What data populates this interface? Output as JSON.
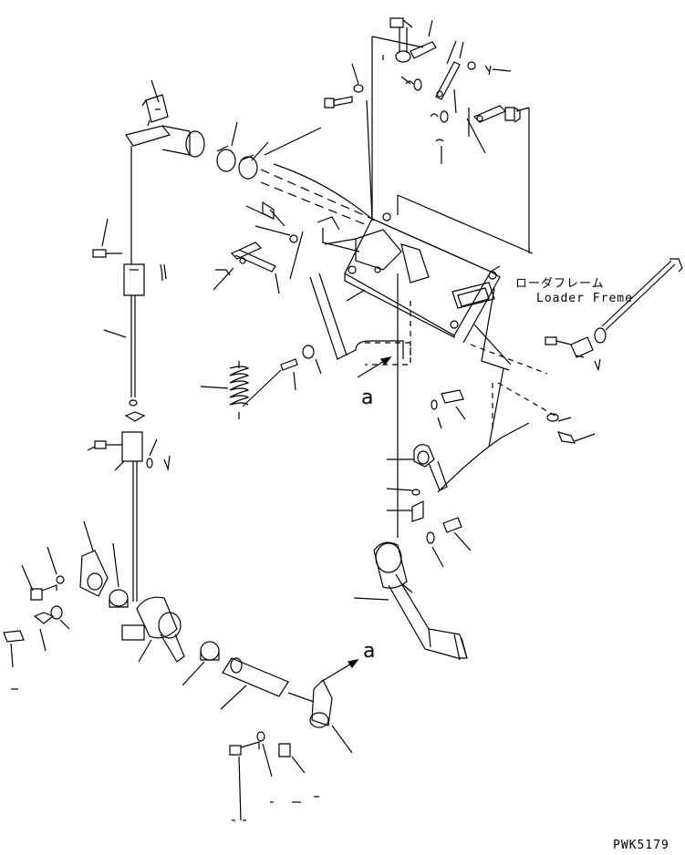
{
  "labels": {
    "frame_jp": "ローダフレーム",
    "frame_en": "Loader Freme",
    "view_a_top": "a",
    "view_a_bottom": "a",
    "drawing_code": "PWK5179"
  },
  "colors": {
    "ink": "#000000",
    "paper": "#ffffff"
  }
}
